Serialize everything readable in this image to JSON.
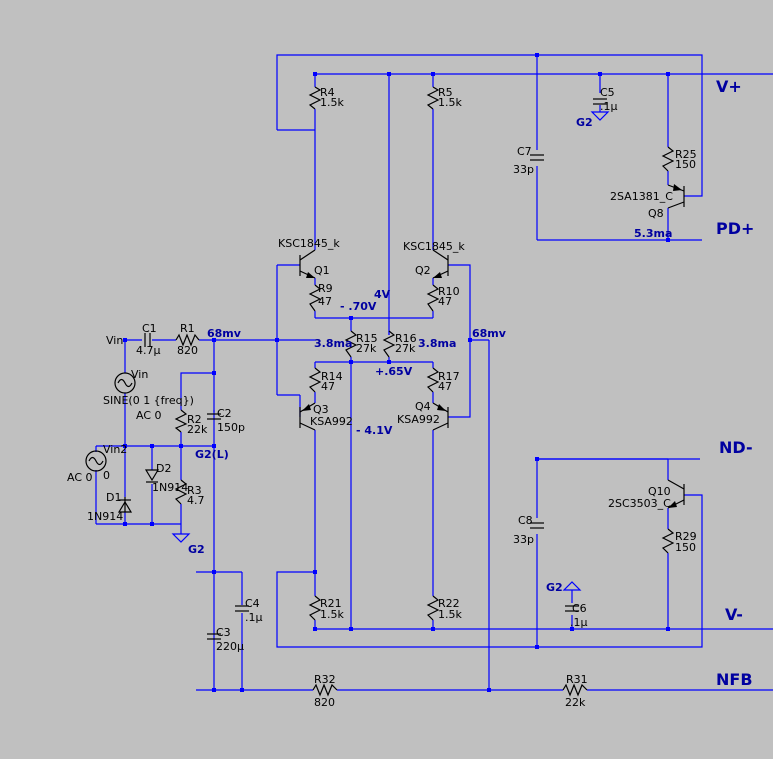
{
  "rails": {
    "vplus": "V+",
    "pdplus": "PD+",
    "ndminus": "ND-",
    "vminus": "V-",
    "nfb": "NFB"
  },
  "components": {
    "R4": {
      "name": "R4",
      "value": "1.5k"
    },
    "R5": {
      "name": "R5",
      "value": "1.5k"
    },
    "C5": {
      "name": "C5",
      "value": ".1µ"
    },
    "C7": {
      "name": "C7",
      "value": "33p"
    },
    "R25": {
      "name": "R25",
      "value": "150"
    },
    "Q8": {
      "name": "Q8",
      "model": "2SA1381_C"
    },
    "Q1": {
      "name": "Q1",
      "model": "KSC1845_k"
    },
    "Q2": {
      "name": "Q2",
      "model": "KSC1845_k"
    },
    "R9": {
      "name": "R9",
      "value": "47"
    },
    "R10": {
      "name": "R10",
      "value": "47"
    },
    "R15": {
      "name": "R15",
      "value": "27k"
    },
    "R16": {
      "name": "R16",
      "value": "27k"
    },
    "R14": {
      "name": "R14",
      "value": "47"
    },
    "R17": {
      "name": "R17",
      "value": "47"
    },
    "Q3": {
      "name": "Q3",
      "model": "KSA992"
    },
    "Q4": {
      "name": "Q4",
      "model": "KSA992"
    },
    "C1": {
      "name": "C1",
      "value": "4.7µ"
    },
    "R1": {
      "name": "R1",
      "value": "820"
    },
    "R2": {
      "name": "R2",
      "value": "22k"
    },
    "C2": {
      "name": "C2",
      "value": "150p"
    },
    "D1": {
      "name": "D1",
      "model": "1N914"
    },
    "D2": {
      "name": "D2",
      "model": "1N914"
    },
    "R3": {
      "name": "R3",
      "value": "4.7"
    },
    "C8": {
      "name": "C8",
      "value": "33p"
    },
    "Q10": {
      "name": "Q10",
      "model": "2SC3503_C"
    },
    "R29": {
      "name": "R29",
      "value": "150"
    },
    "C6": {
      "name": "C6",
      "value": ".1µ"
    },
    "C4": {
      "name": "C4",
      "value": ".1µ"
    },
    "C3": {
      "name": "C3",
      "value": "220µ"
    },
    "R21": {
      "name": "R21",
      "value": "1.5k"
    },
    "R22": {
      "name": "R22",
      "value": "1.5k"
    },
    "R32": {
      "name": "R32",
      "value": "820"
    },
    "R31": {
      "name": "R31",
      "value": "22k"
    }
  },
  "sources": {
    "vin": {
      "name": "Vin",
      "spec": "SINE(0 1 {freq})",
      "ac": "AC 0"
    },
    "vin2": {
      "name": "Vin2",
      "ac": "AC 0",
      "value": "0"
    }
  },
  "nets": {
    "vin_label": "Vin",
    "g2": "G2",
    "g2l": "G2(L)"
  },
  "annotations": {
    "input_mv": "68mv",
    "nfb_mv": "68mv",
    "v_neg_070": "- .70V",
    "v_4": "4V",
    "i_left": "3.8ma",
    "i_right": "3.8ma",
    "v_065": "+.65V",
    "v_neg_41": "- 4.1V",
    "i_q8": "5.3ma"
  }
}
